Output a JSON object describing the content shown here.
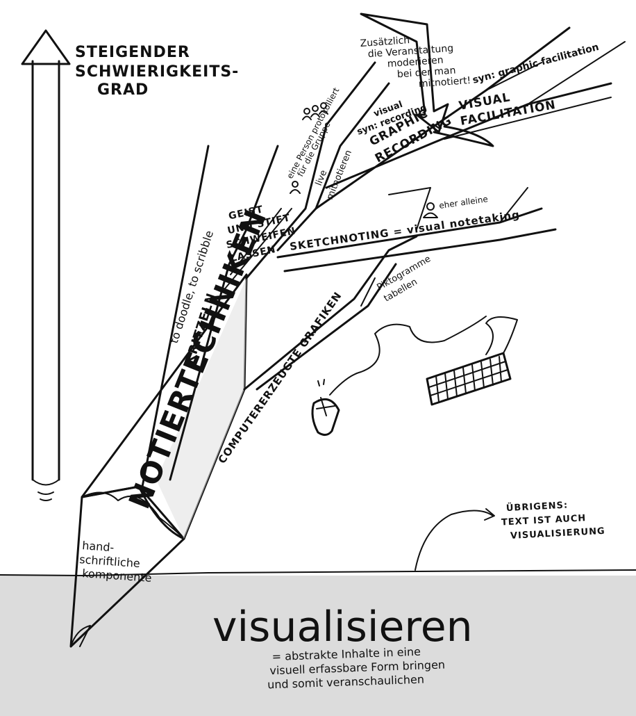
{
  "difficulty_label": [
    "STEIGENDER",
    "SCHWIERIGKEITS-",
    "GRAD"
  ],
  "moderate_note": [
    "Zusätzlich",
    "die Veranstaltung",
    "moderieren",
    "bei der man",
    "mitnotiert!"
  ],
  "visual_facilitation": {
    "synonym": "syn: graphic facilitation",
    "title_line1": "VISUAL",
    "title_line2": "FACILITATION"
  },
  "graphic_recording": {
    "synonym_line1": "visual",
    "synonym_line2": "syn: recording",
    "title_line1": "GRAPHIC",
    "title_line2": "RECORDING",
    "person_note_line1": "eine Person protokolliert",
    "person_note_line2": "für die Gruppe",
    "live_line1": "live",
    "live_line2": "mitnotieren"
  },
  "sketchnoting": {
    "title": "SKETCHNOTING = visual notetaking",
    "alone_note": "eher alleine"
  },
  "kritzeln": {
    "doodle": "to doodle, to scribble",
    "title": "KRITZELN",
    "mind_lines": [
      "GEIST",
      "UND STIFT",
      "SCHWEIFEN",
      "LASSEN"
    ]
  },
  "computer": {
    "title": "COMPUTERERZEUGTE GRAFIKEN",
    "examples_line1": "Piktogramme",
    "examples_line2": "tabellen"
  },
  "pencil_trunk_label": "NOTIERTECHNIKEN",
  "handwriting_component": [
    "hand-",
    "schriftliche",
    "komponente"
  ],
  "aside_note": [
    "ÜBRIGENS:",
    "TEXT IST AUCH",
    "VISUALISIERUNG"
  ],
  "main_title": "visualisieren",
  "definition": [
    "= abstrakte Inhalte in eine",
    "visuell erfassbare Form bringen",
    "und somit veranschaulichen"
  ]
}
